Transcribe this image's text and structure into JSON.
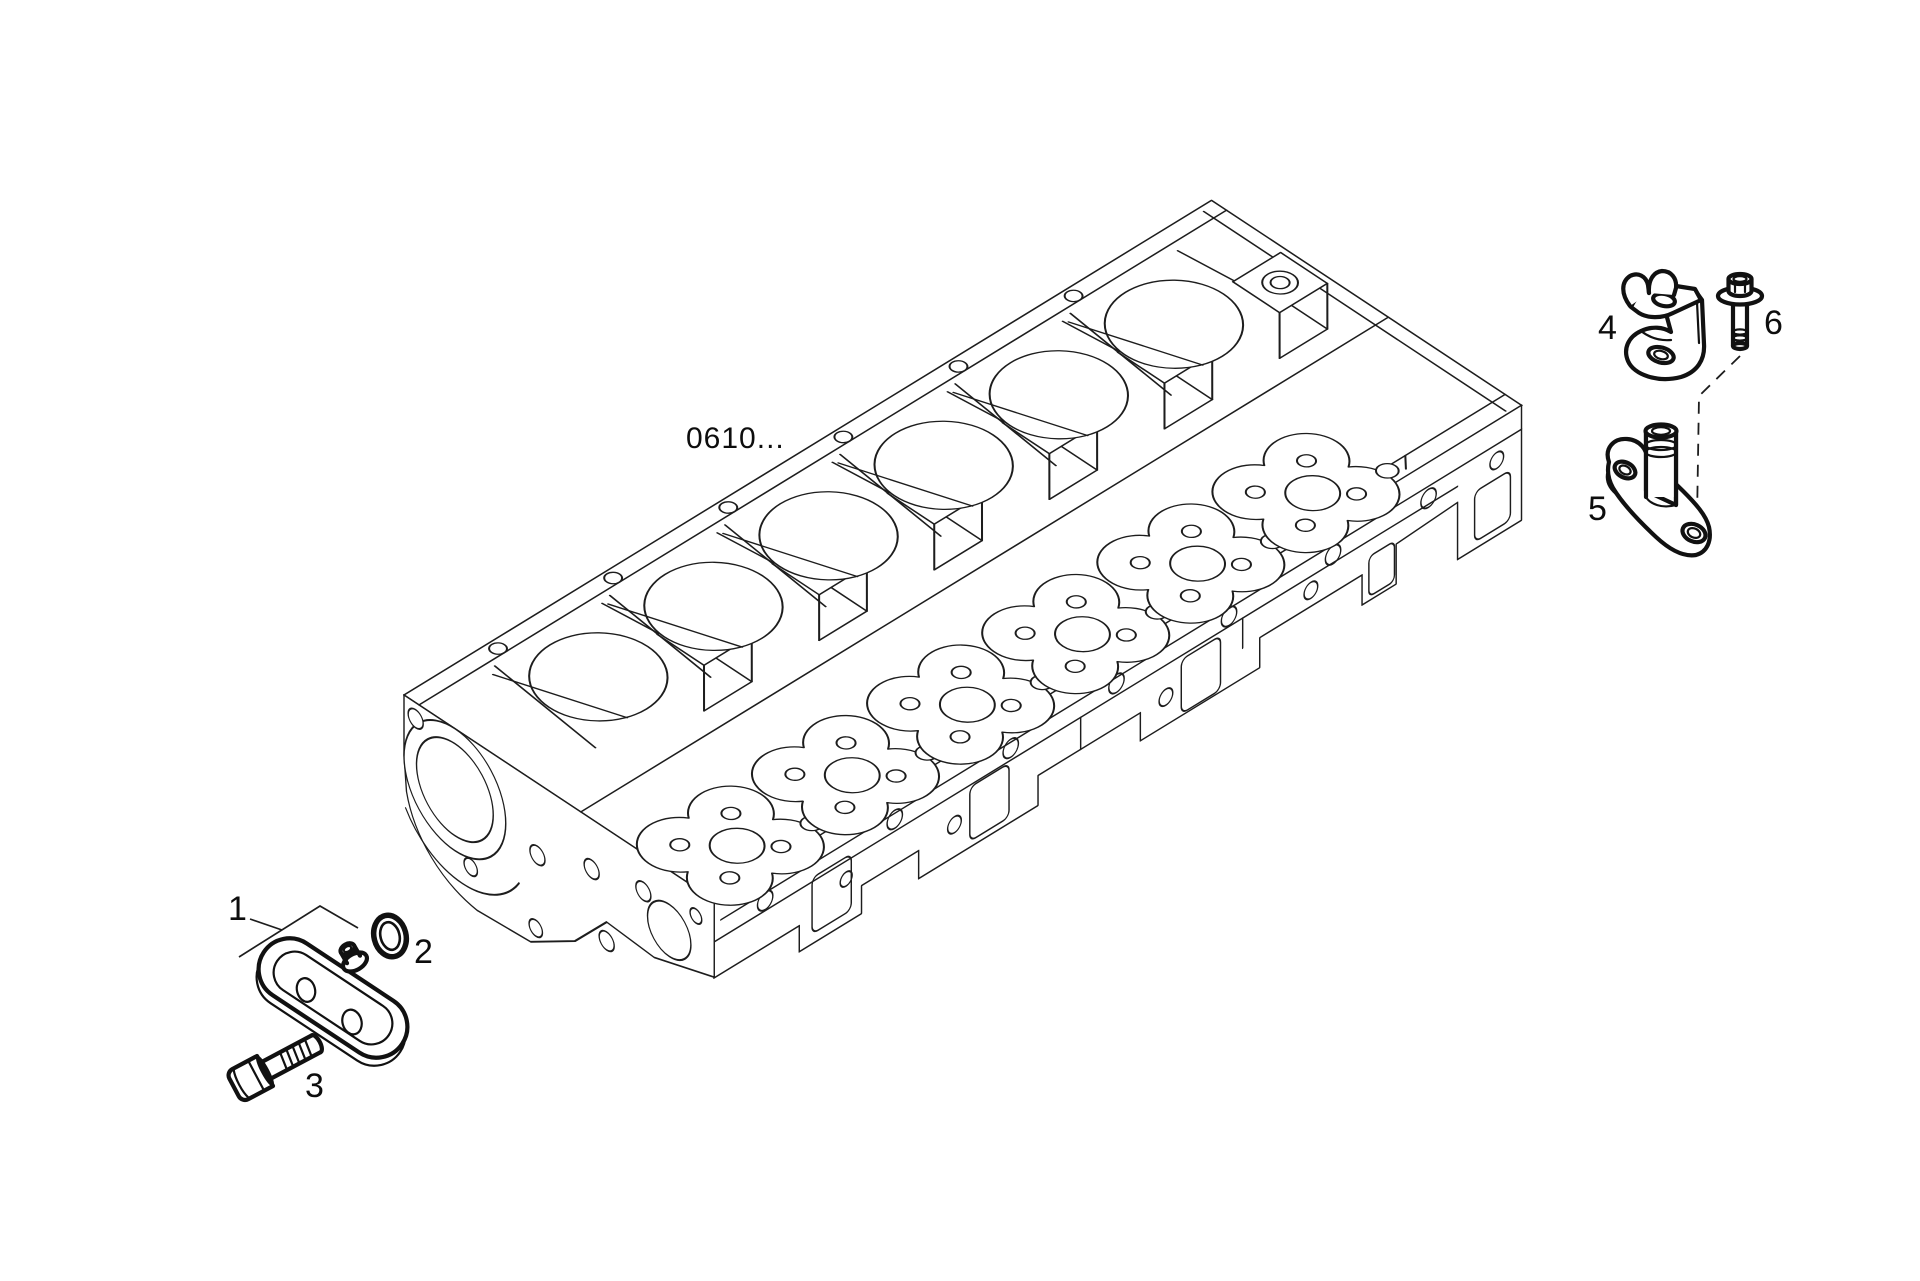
{
  "page": {
    "background": "#ffffff",
    "ink": "#1d1d1d"
  },
  "diagram": {
    "assembly_code": "0610...",
    "callouts": [
      {
        "ref": "1"
      },
      {
        "ref": "2"
      },
      {
        "ref": "3"
      },
      {
        "ref": "4"
      },
      {
        "ref": "5"
      },
      {
        "ref": "6"
      }
    ]
  }
}
